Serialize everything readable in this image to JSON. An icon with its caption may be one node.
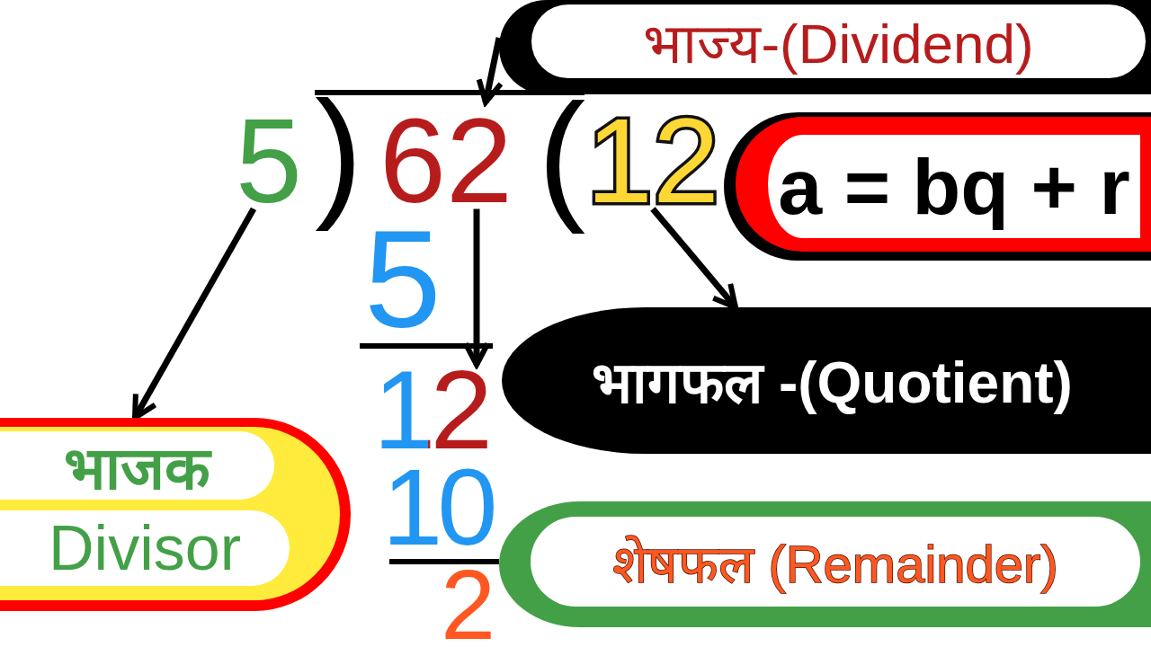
{
  "diagram": {
    "nodes": [
      {
        "text": [
          "भाज्य-(Dividend)"
        ]
      },
      {
        "text": [
          "5"
        ]
      },
      {
        "text": [
          "62"
        ]
      },
      {
        "text": [
          "12"
        ]
      },
      {
        "text": [
          "a = bq + r"
        ]
      },
      {
        "text": [
          "भागफल -(Quotient)"
        ]
      },
      {
        "text": [
          "12"
        ]
      },
      {
        "text": [
          "भाजक",
          "Divisor"
        ]
      },
      {
        "text": [
          "शेषफल (Remainder)"
        ]
      }
    ],
    "edges": [
      {
        "from": 0,
        "to": 2,
        "arrow": "to"
      },
      {
        "from": 1,
        "to": 7,
        "arrow": "to"
      },
      {
        "from": 2,
        "to": 6,
        "arrow": "to"
      },
      {
        "from": 3,
        "to": 5,
        "arrow": "to"
      }
    ],
    "labels": [
      ")",
      "(",
      "5",
      "10",
      "2"
    ]
  }
}
